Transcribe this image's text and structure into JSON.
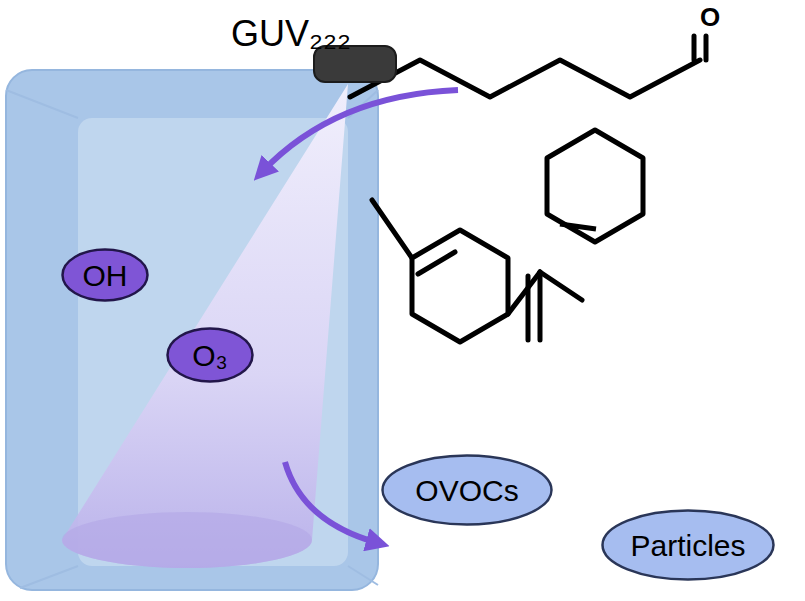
{
  "diagram": {
    "nodes": [
      {
        "text": [
          "GUV₂₂₂"
        ]
      },
      {
        "text": [
          "OH"
        ]
      },
      {
        "text": [
          "O₃"
        ]
      },
      {
        "text": [
          "OVOCs"
        ]
      },
      {
        "text": [
          "Particles"
        ]
      }
    ],
    "labels": [
      "O"
    ]
  }
}
